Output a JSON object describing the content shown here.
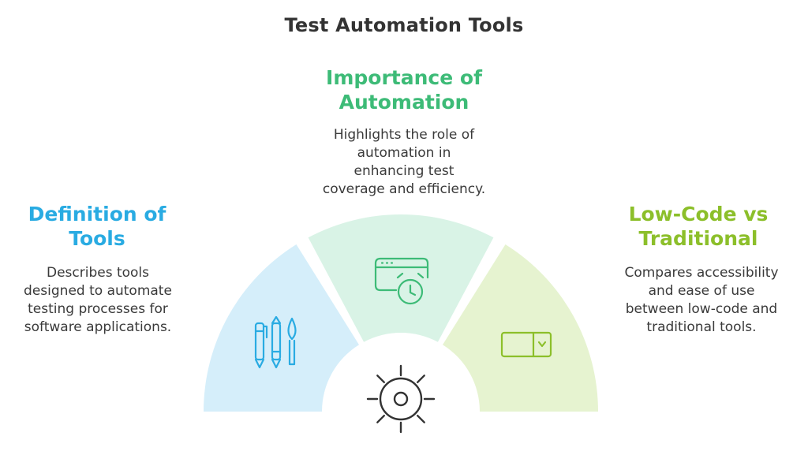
{
  "title": "Test Automation Tools",
  "colors": {
    "left_fill": "#d5eefa",
    "left_accent": "#29abe2",
    "center_fill": "#d9f3e6",
    "center_accent": "#3dbb77",
    "right_fill": "#e6f3d0",
    "right_accent": "#8cbf2a",
    "gear": "#333333"
  },
  "sections": {
    "left": {
      "heading": [
        "Definition of",
        "Tools"
      ],
      "description": [
        "Describes tools",
        "designed to automate",
        "testing processes for",
        "software applications."
      ],
      "icon": "pens-brush-icon"
    },
    "center": {
      "heading": [
        "Importance of",
        "Automation"
      ],
      "description": [
        "Highlights the role of",
        "automation in",
        "enhancing test",
        "coverage and efficiency."
      ],
      "icon": "browser-clock-icon"
    },
    "right": {
      "heading": [
        "Low-Code vs",
        "Traditional"
      ],
      "description": [
        "Compares accessibility",
        "and ease of use",
        "between low-code and",
        "traditional tools."
      ],
      "icon": "dropdown-icon"
    }
  },
  "center_icon": "gear-icon"
}
